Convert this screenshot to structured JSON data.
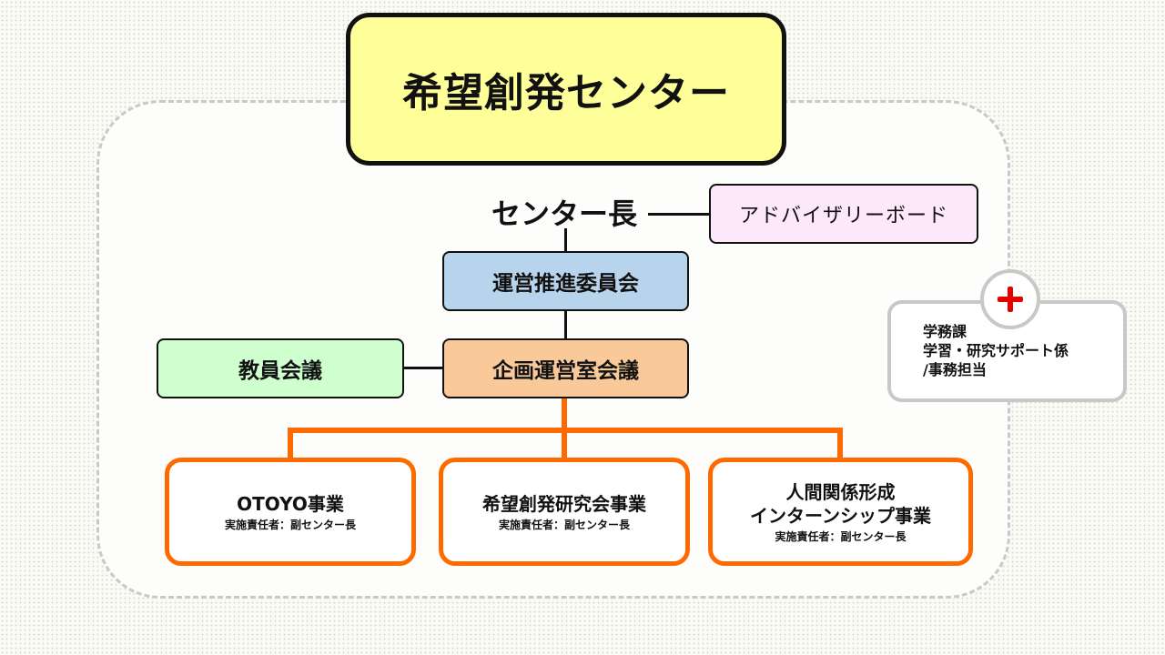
{
  "title": "希望創発センター",
  "director": "センター長",
  "advisory_board": "アドバイザリーボード",
  "steering_committee": "運営推進委員会",
  "faculty_meeting": "教員会議",
  "planning_office_meeting": "企画運営室会議",
  "projects": [
    {
      "title_lines": [
        "OTOYO事業"
      ],
      "responsible": "実施責任者：副センター長"
    },
    {
      "title_lines": [
        "希望創発研究会事業"
      ],
      "responsible": "実施責任者：副センター長"
    },
    {
      "title_lines": [
        "人間関係形成",
        "インターンシップ事業"
      ],
      "responsible": "実施責任者：副センター長"
    }
  ],
  "support_office": {
    "icon": "plus-icon",
    "lines": [
      "学務課",
      "学習・研究サポート係",
      "/事務担当"
    ]
  },
  "colors": {
    "title_fill": "#ffff99",
    "advisory_fill": "#fde8fb",
    "committee_fill": "#b8d4ec",
    "planning_fill": "#f9c99a",
    "faculty_fill": "#cfffcf",
    "project_border": "#ff6a00",
    "plus": "#e60000"
  }
}
